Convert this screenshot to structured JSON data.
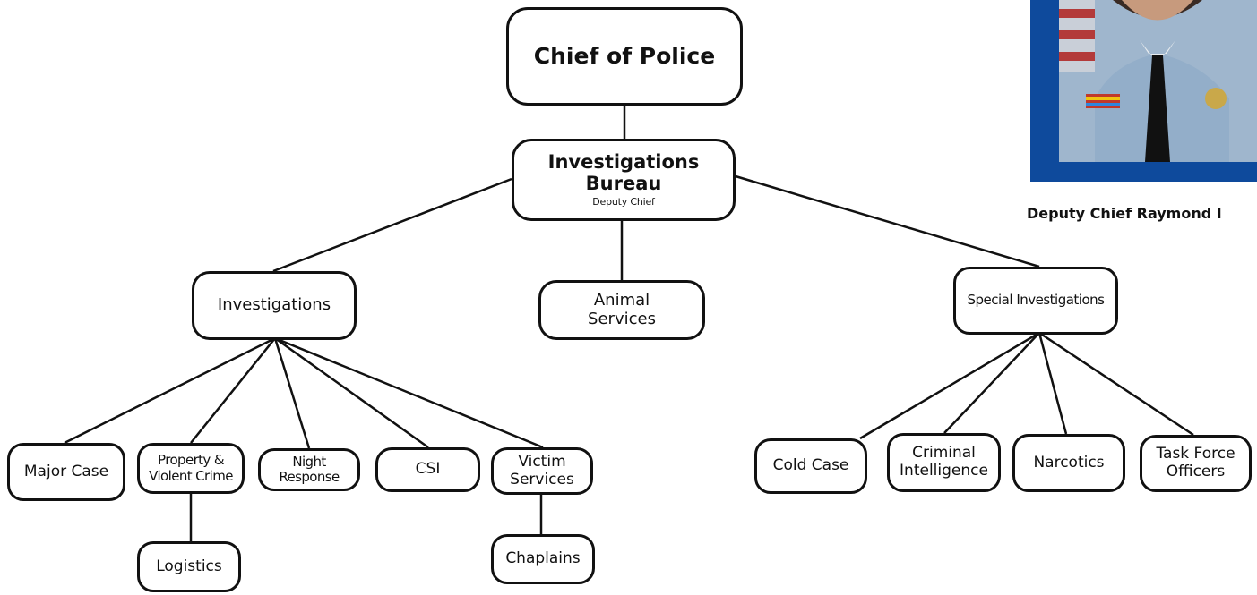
{
  "org": {
    "chief": "Chief of Police",
    "bureau": {
      "title_line1": "Investigations",
      "title_line2": "Bureau",
      "subtitle": "Deputy Chief"
    },
    "investigations": "Investigations",
    "animal_services": {
      "line1": "Animal",
      "line2": "Services"
    },
    "special_investigations": "Special Investigations",
    "major_case": "Major Case",
    "property_violent": {
      "line1": "Property &",
      "line2": "Violent Crime"
    },
    "night_response": {
      "line1": "Night",
      "line2": "Response"
    },
    "csi": "CSI",
    "victim_services": {
      "line1": "Victim",
      "line2": "Services"
    },
    "logistics": "Logistics",
    "chaplains": "Chaplains",
    "cold_case": "Cold Case",
    "criminal_intelligence": {
      "line1": "Criminal",
      "line2": "Intelligence"
    },
    "narcotics": "Narcotics",
    "task_force": {
      "line1": "Task Force",
      "line2": "Officers"
    }
  },
  "profile": {
    "caption": "Deputy Chief Raymond I",
    "frame_color": "#0e4a9c"
  }
}
